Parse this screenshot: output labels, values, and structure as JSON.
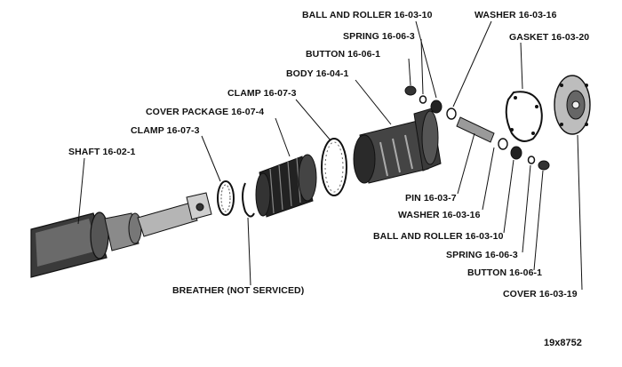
{
  "figure_number": "19x8752",
  "labels": {
    "ball_roller_top": "BALL AND ROLLER 16-03-10",
    "washer_top": "WASHER 16-03-16",
    "spring_top": "SPRING 16-06-3",
    "gasket": "GASKET 16-03-20",
    "button_top": "BUTTON 16-06-1",
    "body": "BODY 16-04-1",
    "clamp_upper": "CLAMP 16-07-3",
    "cover_package": "COVER PACKAGE 16-07-4",
    "clamp_lower": "CLAMP 16-07-3",
    "shaft": "SHAFT 16-02-1",
    "pin": "PIN 16-03-7",
    "washer_bottom": "WASHER 16-03-16",
    "ball_roller_bottom": "BALL AND ROLLER 16-03-10",
    "spring_bottom": "SPRING 16-06-3",
    "button_bottom": "BUTTON 16-06-1",
    "cover": "COVER 16-03-19",
    "breather": "BREATHER (NOT SERVICED)"
  }
}
